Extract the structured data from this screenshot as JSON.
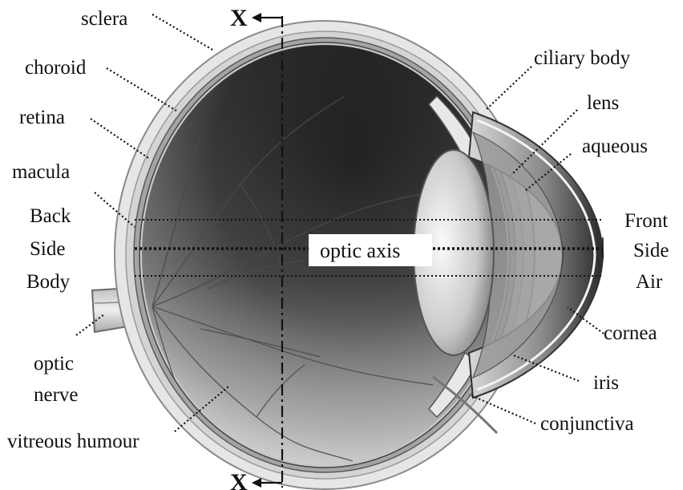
{
  "labels": {
    "sclera": "sclera",
    "choroid": "choroid",
    "retina": "retina",
    "macula": "macula",
    "back": "Back",
    "side_left": "Side",
    "body": "Body",
    "optic": "optic",
    "nerve": "nerve",
    "vitreous_humour": "vitreous humour",
    "ciliary_body": "ciliary body",
    "lens": "lens",
    "aqueous": "aqueous",
    "front": "Front",
    "side_right": "Side",
    "air": "Air",
    "cornea": "cornea",
    "iris": "iris",
    "conjunctiva": "conjunctiva",
    "optic_axis": "optic axis",
    "x_top": "X",
    "x_bottom": "X"
  },
  "colors": {
    "text": "#111111",
    "background": "#ffffff",
    "sclera": "#e2e2e2",
    "vitreous_dark": "#1e1e1e",
    "vitreous_light": "#b8b8b8"
  }
}
